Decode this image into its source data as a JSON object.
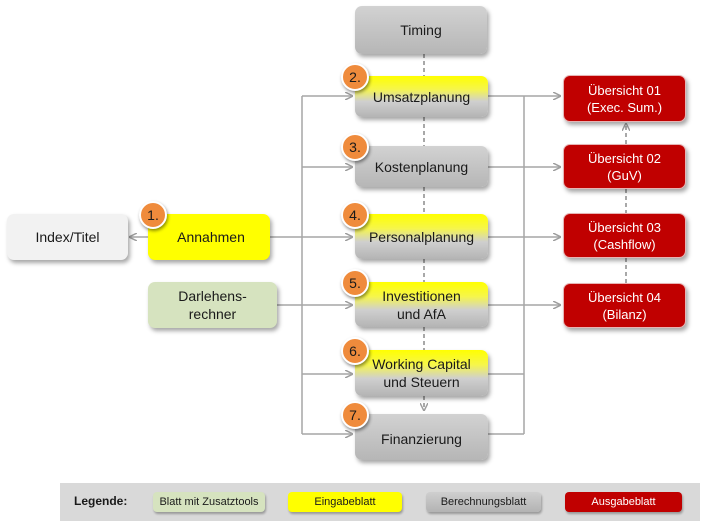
{
  "diagram": {
    "timing": "Timing",
    "index": "Index/Titel",
    "inputs": {
      "annahmen": "Annahmen",
      "darlehen": "Darlehens-\nrechner"
    },
    "calc": [
      {
        "number": "2.",
        "label": "Umsatzplanung"
      },
      {
        "number": "3.",
        "label": "Kostenplanung"
      },
      {
        "number": "4.",
        "label": "Personalplanung"
      },
      {
        "number": "5.",
        "label": "Investitionen\nund AfA"
      },
      {
        "number": "6.",
        "label": "Working Capital\nund Steuern"
      },
      {
        "number": "7.",
        "label": "Finanzierung"
      }
    ],
    "annahmen_number": "1.",
    "outputs": [
      {
        "label": "Übersicht 01\n(Exec. Sum.)"
      },
      {
        "label": "Übersicht 02\n(GuV)"
      },
      {
        "label": "Übersicht 03\n(Cashflow)"
      },
      {
        "label": "Übersicht 04\n(Bilanz)"
      }
    ]
  },
  "legend": {
    "title": "Legende:",
    "items": [
      {
        "label": "Blatt mit Zusatztools",
        "color": "#d6e3bf"
      },
      {
        "label": "Eingabeblatt",
        "color": "#ffff00"
      },
      {
        "label": "Berechnungsblatt",
        "color": "#bfbfbf"
      },
      {
        "label": "Ausgabeblatt",
        "color": "#c00000"
      }
    ]
  },
  "colors": {
    "arrow": "#a6a6a6",
    "red": "#c00000",
    "yellow": "#ffff00",
    "orange": "#ef8b3c",
    "green": "#d6e3bf"
  }
}
